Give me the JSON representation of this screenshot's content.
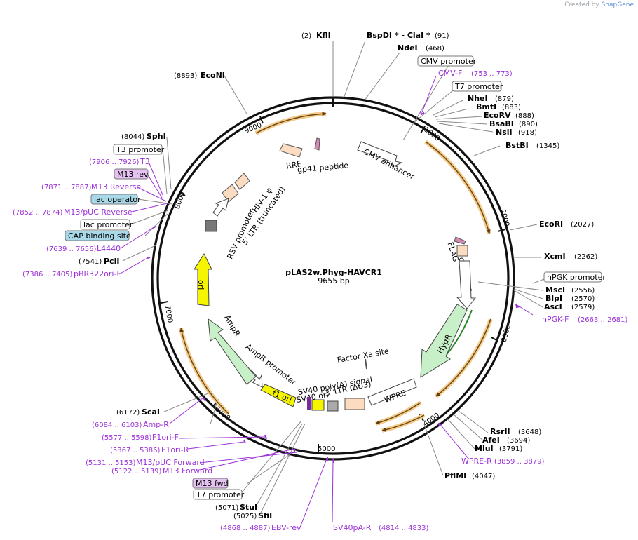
{
  "credit": {
    "created_by": "Created by",
    "brand": "SnapGene"
  },
  "plasmid": {
    "name": "pLAS2w.Phyg-HAVCR1",
    "size": "9655 bp",
    "length_bp": 9655
  },
  "ticks": [
    "1000",
    "2000",
    "3000",
    "4000",
    "5000",
    "6000",
    "7000",
    "8000",
    "9000"
  ],
  "sites": [
    {
      "name": "KflI",
      "pos": "(2)",
      "num_first": true
    },
    {
      "name": "BspDI * - ClaI *",
      "pos": "(91)",
      "num_first": false
    },
    {
      "name": "NdeI",
      "pos": "(468)",
      "num_first": false
    },
    {
      "name": "NheI",
      "pos": "(879)",
      "num_first": false
    },
    {
      "name": "BmtI",
      "pos": "(883)",
      "num_first": false
    },
    {
      "name": "EcoRV",
      "pos": "(888)",
      "num_first": false
    },
    {
      "name": "BsaBI",
      "pos": "(890)",
      "num_first": false
    },
    {
      "name": "NsiI",
      "pos": "(918)",
      "num_first": false
    },
    {
      "name": "BstBI",
      "pos": "(1345)",
      "num_first": false
    },
    {
      "name": "EcoRI",
      "pos": "(2027)",
      "num_first": false
    },
    {
      "name": "XcmI",
      "pos": "(2262)",
      "num_first": false
    },
    {
      "name": "MscI",
      "pos": "(2556)",
      "num_first": false
    },
    {
      "name": "BlpI",
      "pos": "(2570)",
      "num_first": false
    },
    {
      "name": "AscI",
      "pos": "(2579)",
      "num_first": false
    },
    {
      "name": "RsrII",
      "pos": "(3648)",
      "num_first": false
    },
    {
      "name": "AfeI",
      "pos": "(3694)",
      "num_first": false
    },
    {
      "name": "MluI",
      "pos": "(3791)",
      "num_first": false
    },
    {
      "name": "PflMI",
      "pos": "(4047)",
      "num_first": false
    },
    {
      "name": "StuI",
      "pos": "(5071)",
      "num_first": true
    },
    {
      "name": "SfiI",
      "pos": "(5025)",
      "num_first": true
    },
    {
      "name": "ScaI",
      "pos": "(6172)",
      "num_first": true
    },
    {
      "name": "PciI",
      "pos": "(7541)",
      "num_first": true
    },
    {
      "name": "SphI",
      "pos": "(8044)",
      "num_first": true
    },
    {
      "name": "EcoNI",
      "pos": "(8893)",
      "num_first": true
    }
  ],
  "primers": [
    {
      "name": "CMV-F",
      "range": "(753 .. 773)"
    },
    {
      "name": "hPGK-F",
      "range": "(2663 .. 2681)"
    },
    {
      "name": "WPRE-R",
      "range": "(3859 .. 3879)"
    },
    {
      "name": "SV40pA-R",
      "range": "(4814 .. 4833)"
    },
    {
      "name": "EBV-rev",
      "range": "(4868 .. 4887)"
    },
    {
      "name": "M13 Forward",
      "range": "(5122 .. 5139)"
    },
    {
      "name": "M13/pUC Forward",
      "range": "(5131 .. 5153)"
    },
    {
      "name": "F1ori-R",
      "range": "(5367 .. 5386)"
    },
    {
      "name": "F1ori-F",
      "range": "(5577 .. 5598)"
    },
    {
      "name": "Amp-R",
      "range": "(6084 .. 6103)"
    },
    {
      "name": "pBR322ori-F",
      "range": "(7386 .. 7405)"
    },
    {
      "name": "L4440",
      "range": "(7639 .. 7656)"
    },
    {
      "name": "M13/pUC Reverse",
      "range": "(7852 .. 7874)"
    },
    {
      "name": "M13 Reverse",
      "range": "(7871 .. 7887)"
    },
    {
      "name": "T3",
      "range": "(7906 .. 7926)"
    }
  ],
  "boxed_labels": [
    {
      "text": "CMV promoter",
      "color": "#ffffff"
    },
    {
      "text": "T7 promoter",
      "color": "#ffffff"
    },
    {
      "text": "hPGK promoter",
      "color": "#ffffff"
    },
    {
      "text": "T3 promoter",
      "color": "#ffffff"
    },
    {
      "text": "M13 rev",
      "color": "#e6c2f2"
    },
    {
      "text": "lac operator",
      "color": "#a9d9e8"
    },
    {
      "text": "lac promoter",
      "color": "#ffffff"
    },
    {
      "text": "CAP binding site",
      "color": "#a9d9e8"
    },
    {
      "text": "M13 fwd",
      "color": "#e6c2f2"
    },
    {
      "text": "T7 promoter",
      "color": "#ffffff"
    }
  ],
  "features": {
    "rre": "RRE",
    "gp41": "gp41 peptide",
    "cmv_enhancer": "CMV enhancer",
    "hiv_psi": "HIV-1 ψ",
    "ltr5": "5' LTR (truncated)",
    "rsv": "RSV promoter",
    "flag": "FLAG",
    "cppt": "cPPT/CTS",
    "hygr": "HygR",
    "wpre": "WPRE",
    "ltr3": "3' LTR (ΔU3)",
    "factor_xa": "Factor Xa site",
    "sv40_polya": "SV40 poly(A) signal",
    "sv40_ori": "SV40 ori",
    "f1_ori": "f1 ori",
    "ampr_promoter": "AmpR promoter",
    "ampr": "AmpR",
    "ori": "ori"
  },
  "colors": {
    "backbone": "#111111",
    "orf_arrow": "#f0a030",
    "primer": "#9b30d9",
    "ampr_fill": "#c8f0c8",
    "ori_fill": "#f5f500",
    "ltr_fill": "#fbdcc0",
    "leader": "#888888"
  }
}
